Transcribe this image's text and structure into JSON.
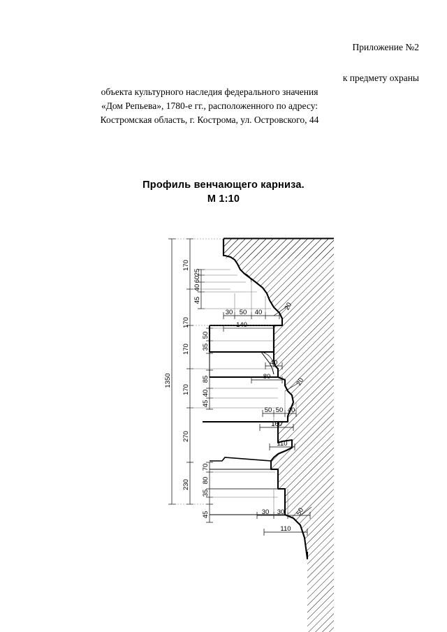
{
  "header": {
    "appendix": "Приложение №2",
    "lines": [
      "к предмету охраны",
      "объекта культурного наследия федерального значения",
      "«Дом Репьева», 1780-е гг., расположенного по адресу:",
      "Костромская область, г. Кострома, ул. Островского, 44"
    ]
  },
  "drawing": {
    "title": "Профиль венчающего карниза.",
    "scale": "М 1:10",
    "overall_height": "1350",
    "vertical_chain_main": [
      "170",
      "170",
      "170",
      "170",
      "270",
      "230"
    ],
    "vertical_small_top": [
      "25",
      "60",
      "40",
      "45"
    ],
    "vertical_small_mid": [
      "50",
      "35"
    ],
    "vertical_small_mid2": [
      "85",
      "40",
      "45"
    ],
    "vertical_small_bottom": [
      "70",
      "80",
      "35",
      "45"
    ],
    "horizontal_top_group": [
      "30",
      "50",
      "40"
    ],
    "horizontal_top_slant": "20",
    "horizontal_top_total": "140",
    "horizontal_mid_small": "40",
    "horizontal_mid_slant": "20",
    "horizontal_mid_total": "80",
    "horizontal_lower_group": [
      "50",
      "50",
      "40"
    ],
    "horizontal_lower_total": "160",
    "horizontal_shelf": "110",
    "horizontal_bottom_group": [
      "30",
      "30"
    ],
    "horizontal_bottom_slant": "50",
    "horizontal_bottom_total": "110"
  },
  "colors": {
    "ink": "#000000",
    "thin": "#555555",
    "paper": "#ffffff"
  }
}
